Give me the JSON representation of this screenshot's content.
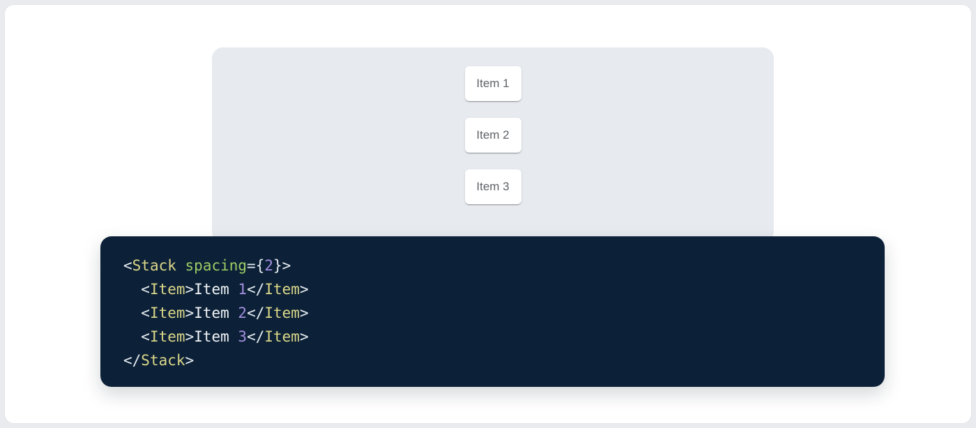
{
  "demo": {
    "items": [
      {
        "label": "Item 1"
      },
      {
        "label": "Item 2"
      },
      {
        "label": "Item 3"
      }
    ]
  },
  "code": {
    "language": "jsx",
    "source": "<Stack spacing={2}>\n  <Item>Item 1</Item>\n  <Item>Item 2</Item>\n  <Item>Item 3</Item>\n</Stack>",
    "lines": [
      [
        {
          "t": "punct",
          "v": "<"
        },
        {
          "t": "tag",
          "v": "Stack"
        },
        {
          "t": "text",
          "v": " "
        },
        {
          "t": "attr",
          "v": "spacing"
        },
        {
          "t": "punct",
          "v": "={"
        },
        {
          "t": "num",
          "v": "2"
        },
        {
          "t": "punct",
          "v": "}>"
        }
      ],
      [
        {
          "t": "text",
          "v": "  "
        },
        {
          "t": "punct",
          "v": "<"
        },
        {
          "t": "tag",
          "v": "Item"
        },
        {
          "t": "punct",
          "v": ">"
        },
        {
          "t": "text",
          "v": "Item "
        },
        {
          "t": "num",
          "v": "1"
        },
        {
          "t": "punct",
          "v": "</"
        },
        {
          "t": "tag",
          "v": "Item"
        },
        {
          "t": "punct",
          "v": ">"
        }
      ],
      [
        {
          "t": "text",
          "v": "  "
        },
        {
          "t": "punct",
          "v": "<"
        },
        {
          "t": "tag",
          "v": "Item"
        },
        {
          "t": "punct",
          "v": ">"
        },
        {
          "t": "text",
          "v": "Item "
        },
        {
          "t": "num",
          "v": "2"
        },
        {
          "t": "punct",
          "v": "</"
        },
        {
          "t": "tag",
          "v": "Item"
        },
        {
          "t": "punct",
          "v": ">"
        }
      ],
      [
        {
          "t": "text",
          "v": "  "
        },
        {
          "t": "punct",
          "v": "<"
        },
        {
          "t": "tag",
          "v": "Item"
        },
        {
          "t": "punct",
          "v": ">"
        },
        {
          "t": "text",
          "v": "Item "
        },
        {
          "t": "num",
          "v": "3"
        },
        {
          "t": "punct",
          "v": "</"
        },
        {
          "t": "tag",
          "v": "Item"
        },
        {
          "t": "punct",
          "v": ">"
        }
      ],
      [
        {
          "t": "punct",
          "v": "</"
        },
        {
          "t": "tag",
          "v": "Stack"
        },
        {
          "t": "punct",
          "v": ">"
        }
      ]
    ]
  },
  "colors": {
    "outer_background": "#e9ebee",
    "page_background": "#ffffff",
    "demo_panel_background": "#e7ebf0",
    "code_background": "#0c2137",
    "token_tag": "#dcd789",
    "token_attribute": "#9ccc65",
    "token_number": "#a48fe1",
    "token_punctuation": "#e7edf3",
    "item_text": "#5f6368"
  }
}
